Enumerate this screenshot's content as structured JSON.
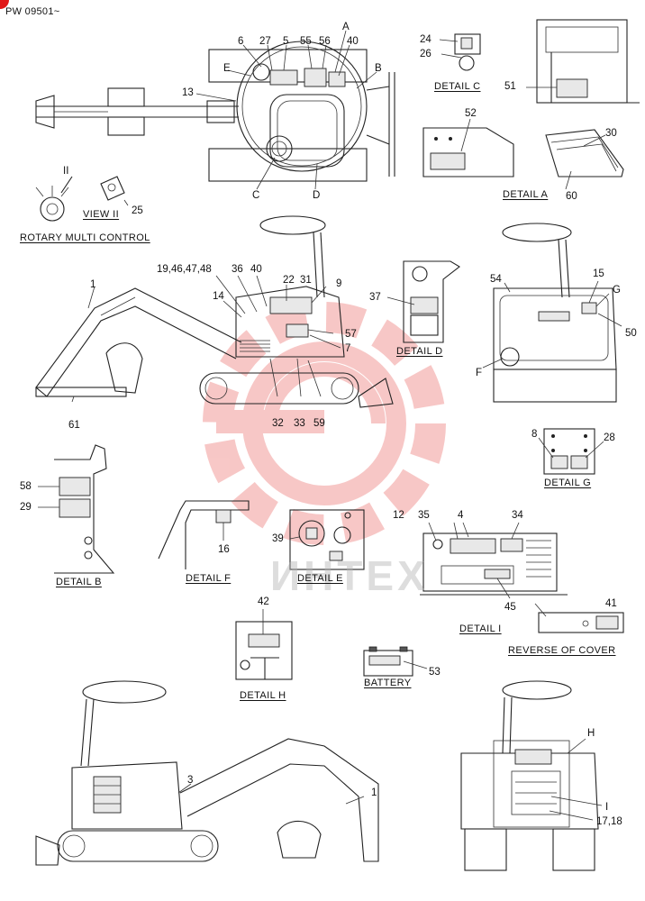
{
  "serial_range": "PW 09501~",
  "watermark": {
    "text": "ИНТЕХ",
    "gear_color": "#e53935"
  },
  "callouts": {
    "top_6": "6",
    "top_27": "27",
    "top_5": "5",
    "top_55": "55",
    "top_56": "56",
    "top_40": "40",
    "top_A": "A",
    "top_E": "E",
    "top_B": "B",
    "top_13": "13",
    "top_C": "C",
    "top_D": "D",
    "dc_24": "24",
    "dc_26": "26",
    "d51": "51",
    "da_52": "52",
    "da_30": "30",
    "da_60": "60",
    "rm_II": "II",
    "rm_25": "25",
    "side_1": "1",
    "side_19": "19,46,47,48",
    "side_36": "36",
    "side_40": "40",
    "side_22": "22",
    "side_31": "31",
    "side_9": "9",
    "side_14": "14",
    "side_57": "57",
    "side_7": "7",
    "side_32": "32",
    "side_33": "33",
    "side_59": "59",
    "side_61": "61",
    "dd_37": "37",
    "rear_54": "54",
    "rear_15": "15",
    "rear_G": "G",
    "rear_50": "50",
    "rear_F": "F",
    "dg_8": "8",
    "dg_28": "28",
    "db_58": "58",
    "db_29": "29",
    "df_16": "16",
    "de_39": "39",
    "di_12": "12",
    "di_35": "35",
    "di_4": "4",
    "di_34": "34",
    "di_45": "45",
    "rc_41": "41",
    "dh_42": "42",
    "bat_53": "53",
    "bs_3": "3",
    "bs_1": "1",
    "br_H": "H",
    "br_I": "I",
    "br_17": "17,18"
  },
  "captions": {
    "detail_c": "DETAIL C",
    "detail_a": "DETAIL A",
    "view_ii": "VIEW II",
    "rotary": "ROTARY MULTI CONTROL",
    "detail_d": "DETAIL D",
    "detail_g": "DETAIL G",
    "detail_b": "DETAIL B",
    "detail_f": "DETAIL F",
    "detail_e": "DETAIL E",
    "detail_i": "DETAIL I",
    "reverse_cover": "REVERSE OF COVER",
    "detail_h": "DETAIL H",
    "battery": "BATTERY"
  }
}
